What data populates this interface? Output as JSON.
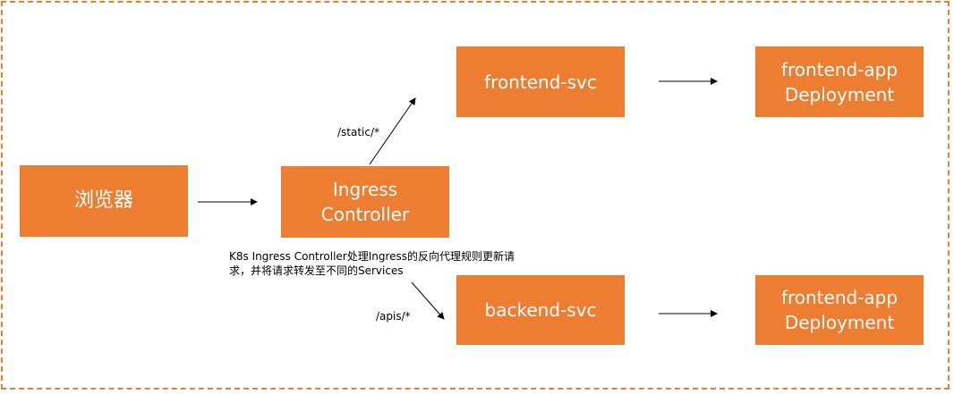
{
  "nodes": {
    "browser": {
      "label": "浏览器"
    },
    "ingress": {
      "line1": "Ingress",
      "line2": "Controller"
    },
    "frontend_svc": {
      "label": "frontend-svc"
    },
    "backend_svc": {
      "label": "backend-svc"
    },
    "frontend_deploy_top": {
      "line1": "frontend-app",
      "line2": "Deployment"
    },
    "frontend_deploy_bottom": {
      "line1": "frontend-app",
      "line2": "Deployment"
    }
  },
  "edges": {
    "static_path": "/static/*",
    "apis_path": "/apis/*"
  },
  "note": {
    "line1": "K8s Ingress Controller处理Ingress的反向代理规则更新请",
    "line2": "求，并将请求转发至不同的Services"
  },
  "colors": {
    "node_fill": "#ED7D31",
    "frame_border": "#ED7D31",
    "text_on_node": "#FFFFFF"
  }
}
